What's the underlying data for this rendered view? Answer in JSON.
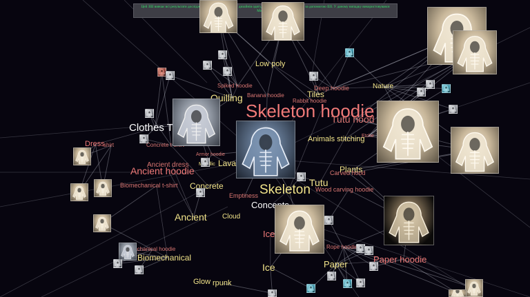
{
  "banner": {
    "text": "Цей ЗШ вивчає всі результати досліджень латентного простору дизайнів одягу, які можуть бути генеровані за допомогою ШІ. У даному випадку використовувався Midjourney"
  },
  "labels": [
    {
      "id": "low_poly",
      "text": "Low poly",
      "tone": "y",
      "size": 11
    },
    {
      "id": "spiked_hoodie",
      "text": "Spiked hoodie",
      "tone": "pd",
      "size": 8
    },
    {
      "id": "banana_hoodie",
      "text": "Banana hoodie",
      "tone": "pd",
      "size": 8
    },
    {
      "id": "tiles",
      "text": "Tiles",
      "tone": "y",
      "size": 12
    },
    {
      "id": "deep_hoodie",
      "text": "Deep hoodie",
      "tone": "pd",
      "size": 9
    },
    {
      "id": "nature",
      "text": "Nature",
      "tone": "y",
      "size": 10
    },
    {
      "id": "quilling",
      "text": "Quilling",
      "tone": "y",
      "size": 14
    },
    {
      "id": "rabbit_hoodie",
      "text": "Rabbit hoodie",
      "tone": "pd",
      "size": 8
    },
    {
      "id": "skeleton_hoodie",
      "text": "Skeleton hoodie",
      "tone": "p",
      "size": 26
    },
    {
      "id": "tutu_hoodie",
      "text": "Tutu hood",
      "tone": "pd",
      "size": 14
    },
    {
      "id": "clothes_t",
      "text": "Clothes T",
      "tone": "w",
      "size": 15
    },
    {
      "id": "dress",
      "text": "Dress",
      "tone": "p",
      "size": 11
    },
    {
      "id": "shirt",
      "text": "shirt",
      "tone": "pd",
      "size": 8
    },
    {
      "id": "concrete_tshirt",
      "text": "Concrete t-shirt",
      "tone": "pd",
      "size": 8
    },
    {
      "id": "animals_stitching",
      "text": "Animals stitching",
      "tone": "y",
      "size": 11
    },
    {
      "id": "etched",
      "text": "Etche",
      "tone": "pd",
      "size": 7
    },
    {
      "id": "armor_hoodie",
      "text": "Armor hoodie",
      "tone": "pd",
      "size": 7
    },
    {
      "id": "lava",
      "text": "Lava",
      "tone": "y",
      "size": 12
    },
    {
      "id": "metallic",
      "text": "Metallic",
      "tone": "y",
      "size": 7
    },
    {
      "id": "ancient_dress",
      "text": "Ancient dress",
      "tone": "pd",
      "size": 10
    },
    {
      "id": "ancient_hoodie",
      "text": "Ancient hoodie",
      "tone": "p",
      "size": 14
    },
    {
      "id": "plants",
      "text": "Plants",
      "tone": "y",
      "size": 12
    },
    {
      "id": "carved_hood",
      "text": "Carved hood",
      "tone": "pd",
      "size": 9
    },
    {
      "id": "biomechanical_tshirt",
      "text": "Biomechanical t-shirt",
      "tone": "pd",
      "size": 9
    },
    {
      "id": "concrete",
      "text": "Concrete",
      "tone": "y",
      "size": 12
    },
    {
      "id": "tutu",
      "text": "Tutu",
      "tone": "y",
      "size": 14
    },
    {
      "id": "skeleton",
      "text": "Skeleton",
      "tone": "y",
      "size": 19
    },
    {
      "id": "wood_carving_hoodie",
      "text": "Wood carving hoodie",
      "tone": "pd",
      "size": 9
    },
    {
      "id": "emptiness",
      "text": "Emptiness",
      "tone": "pd",
      "size": 9
    },
    {
      "id": "concepts",
      "text": "Concepts",
      "tone": "w",
      "size": 13
    },
    {
      "id": "ancient",
      "text": "Ancient",
      "tone": "y",
      "size": 14
    },
    {
      "id": "cloud",
      "text": "Cloud",
      "tone": "y",
      "size": 10
    },
    {
      "id": "ice_hoodie",
      "text": "Ice",
      "tone": "p",
      "size": 13
    },
    {
      "id": "biomechanical_hoodie",
      "text": "Biomechanical hoodie",
      "tone": "pd",
      "size": 8
    },
    {
      "id": "biomechanical",
      "text": "Biomechanical",
      "tone": "y",
      "size": 12
    },
    {
      "id": "rope_hoodie",
      "text": "Rope hoodie",
      "tone": "pd",
      "size": 8
    },
    {
      "id": "paper_hoodie",
      "text": "Paper hoodie",
      "tone": "p",
      "size": 13
    },
    {
      "id": "paper",
      "text": "Paper",
      "tone": "y",
      "size": 13
    },
    {
      "id": "ice",
      "text": "Ice",
      "tone": "y",
      "size": 14
    },
    {
      "id": "glow",
      "text": "Glow",
      "tone": "y",
      "size": 11
    },
    {
      "id": "cyberpunk",
      "text": "rpunk",
      "tone": "y",
      "size": 11
    }
  ],
  "thumbnails": [
    {
      "id": "img-top-left",
      "kind": "light"
    },
    {
      "id": "img-top-center",
      "kind": "light"
    },
    {
      "id": "img-top-right",
      "kind": "light"
    },
    {
      "id": "img-top-right-back",
      "kind": "light"
    },
    {
      "id": "img-grey-hoodie",
      "kind": "grey"
    },
    {
      "id": "img-center-skull",
      "kind": "dark"
    },
    {
      "id": "img-right-skull",
      "kind": "light"
    },
    {
      "id": "img-right-man",
      "kind": "light"
    },
    {
      "id": "img-lower-right-hood",
      "kind": "black"
    },
    {
      "id": "img-lower-center",
      "kind": "light"
    }
  ]
}
